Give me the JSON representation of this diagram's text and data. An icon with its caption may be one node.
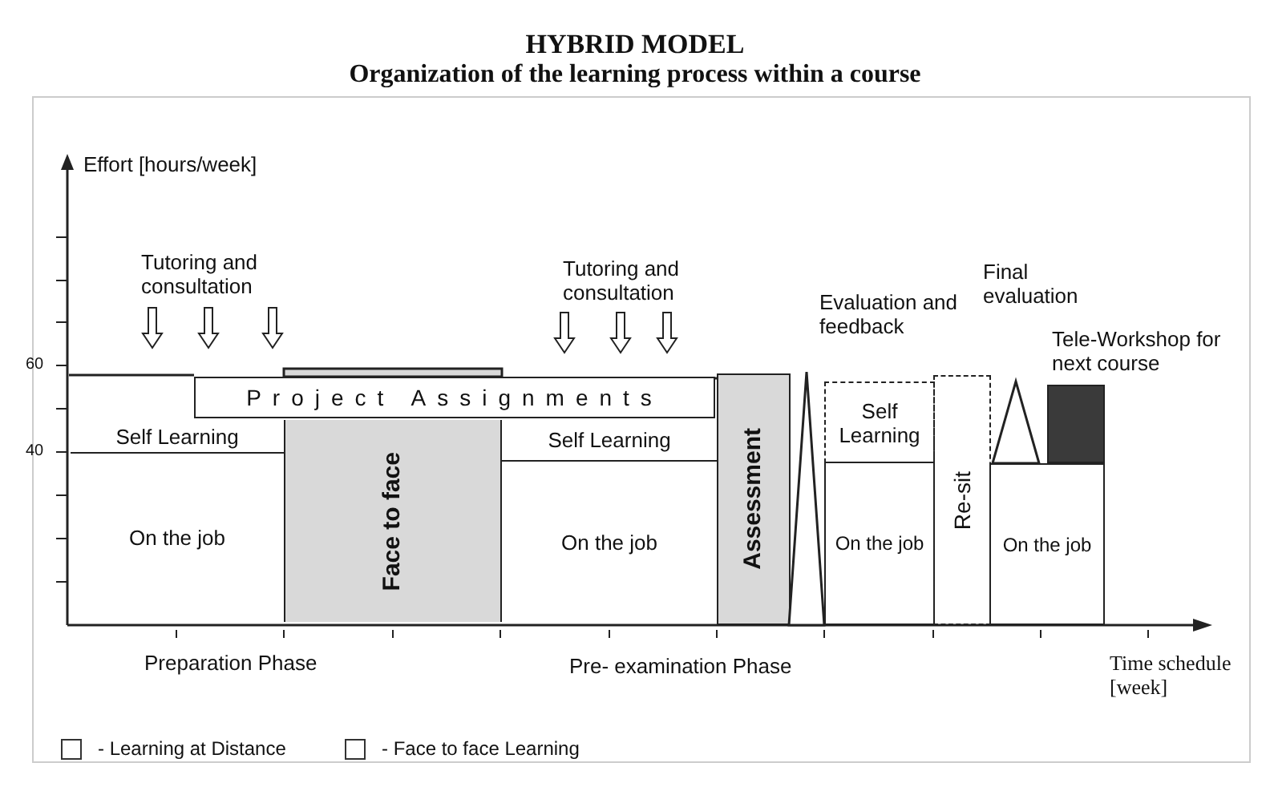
{
  "diagram": {
    "title": "HYBRID MODEL",
    "nodes": [
      {
        "text": [
          "Self Learning"
        ]
      },
      {
        "text": [
          "On the job"
        ]
      },
      {
        "text": [
          "Face to face"
        ]
      },
      {
        "text": [
          "Project Assignments"
        ]
      },
      {
        "text": [
          "Self Learning"
        ]
      },
      {
        "text": [
          "On the job"
        ]
      },
      {
        "text": [
          "Assessment"
        ]
      },
      {
        "text": [],
        "shape": "triangle",
        "beside": [
          "Evaluation and feedback"
        ]
      },
      {
        "text": [
          "Self Learning"
        ]
      },
      {
        "text": [
          "On the job"
        ]
      },
      {
        "text": [
          "Re-sit"
        ]
      },
      {
        "text": [],
        "shape": "triangle",
        "beside": [
          "Final evaluation"
        ]
      },
      {
        "text": [],
        "shape": "box",
        "beside": [
          "Tele-Workshop for next course"
        ]
      },
      {
        "text": [
          "On the job"
        ]
      }
    ],
    "labels": [
      "Organization of the learning process within a course",
      "Effort [hours/week]",
      "Tutoring and consultation",
      "Tutoring and consultation",
      "60",
      "40",
      "Preparation Phase",
      "Pre- examination Phase",
      "Time schedule [week]"
    ],
    "legend": [
      {
        "text": "- Learning at Distance"
      },
      {
        "text": "- Face to face Learning"
      }
    ]
  }
}
